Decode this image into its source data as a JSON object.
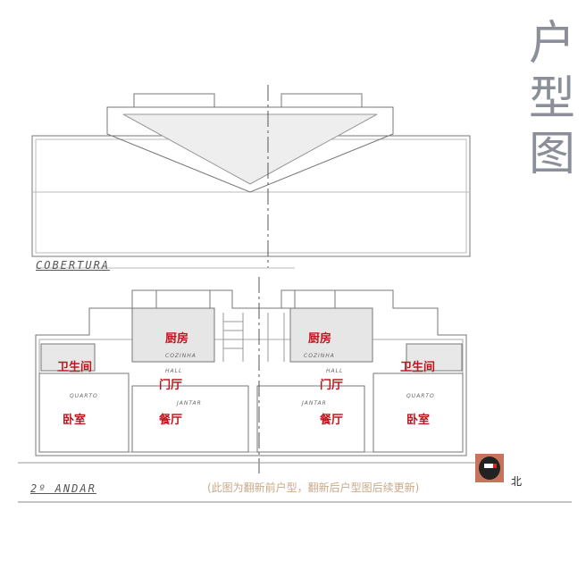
{
  "title": [
    "户",
    "型",
    "图"
  ],
  "roof_label": "COBERTURA",
  "floor_label": "2º ANDAR",
  "rooms": {
    "kitchen": "厨房",
    "bathroom": "卫生间",
    "hall": "门厅",
    "bedroom": "卧室",
    "dining": "餐厅"
  },
  "plan_labels": {
    "cozinha": "COZINHA",
    "hall": "HALL",
    "quarto": "QUARTO",
    "jantar": "JANTAR"
  },
  "note": "(此图为翻新前户型，翻新后户型图后续更新)",
  "north_label": "北",
  "colors": {
    "room_label": "#c0161d",
    "title": "#8a8f9a",
    "note": "#c9a988"
  }
}
